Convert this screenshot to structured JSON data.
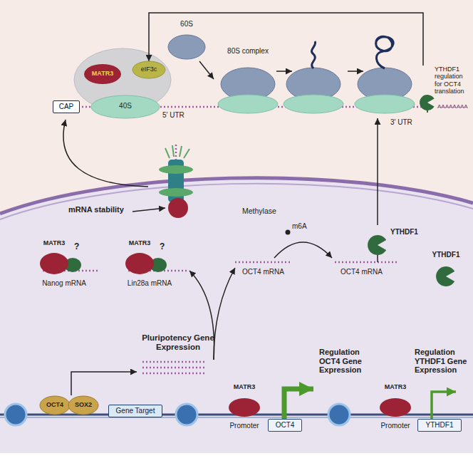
{
  "diagram": {
    "nodes": [
      {
        "text": [
          "CAP"
        ]
      },
      {
        "text": [
          "MATR3"
        ]
      },
      {
        "text": [
          "eIF3c"
        ]
      },
      {
        "text": [
          "40S"
        ]
      },
      {
        "text": [
          "60S"
        ]
      },
      {
        "text": [
          "80S complex"
        ]
      },
      {
        "text": [
          "YTHDF1 regulation for OCT4 translation"
        ]
      },
      {
        "text": [
          "MATR3"
        ]
      },
      {
        "text": [
          "MATR3"
        ]
      },
      {
        "text": [
          "YTHDF1"
        ]
      },
      {
        "text": [
          "YTHDF1"
        ]
      },
      {
        "text": [
          "OCT4"
        ]
      },
      {
        "text": [
          "SOX2"
        ]
      },
      {
        "text": [
          "Gene Target"
        ]
      },
      {
        "text": [
          "MATR3"
        ]
      },
      {
        "text": [
          "OCT4"
        ]
      },
      {
        "text": [
          "MATR3"
        ]
      },
      {
        "text": [
          "YTHDF1"
        ]
      }
    ],
    "edges": [
      {
        "from": 4,
        "to": 5,
        "arrow": "to"
      },
      {
        "from": 6,
        "to": 2,
        "arrow": "to"
      }
    ],
    "labels": [
      "5' UTR",
      "3' UTR",
      "AAAAAAAA",
      "mRNA stability",
      "?",
      "Nanog mRNA",
      "?",
      "Lin28a mRNA",
      "Methylase",
      "m6A",
      "OCT4 mRNA",
      "OCT4 mRNA",
      "Pluripotency Gene Expression",
      "Promoter",
      "Regulation OCT4 Gene Expression",
      "Promoter",
      "Regulation YTHDF1 Gene Expression"
    ]
  }
}
